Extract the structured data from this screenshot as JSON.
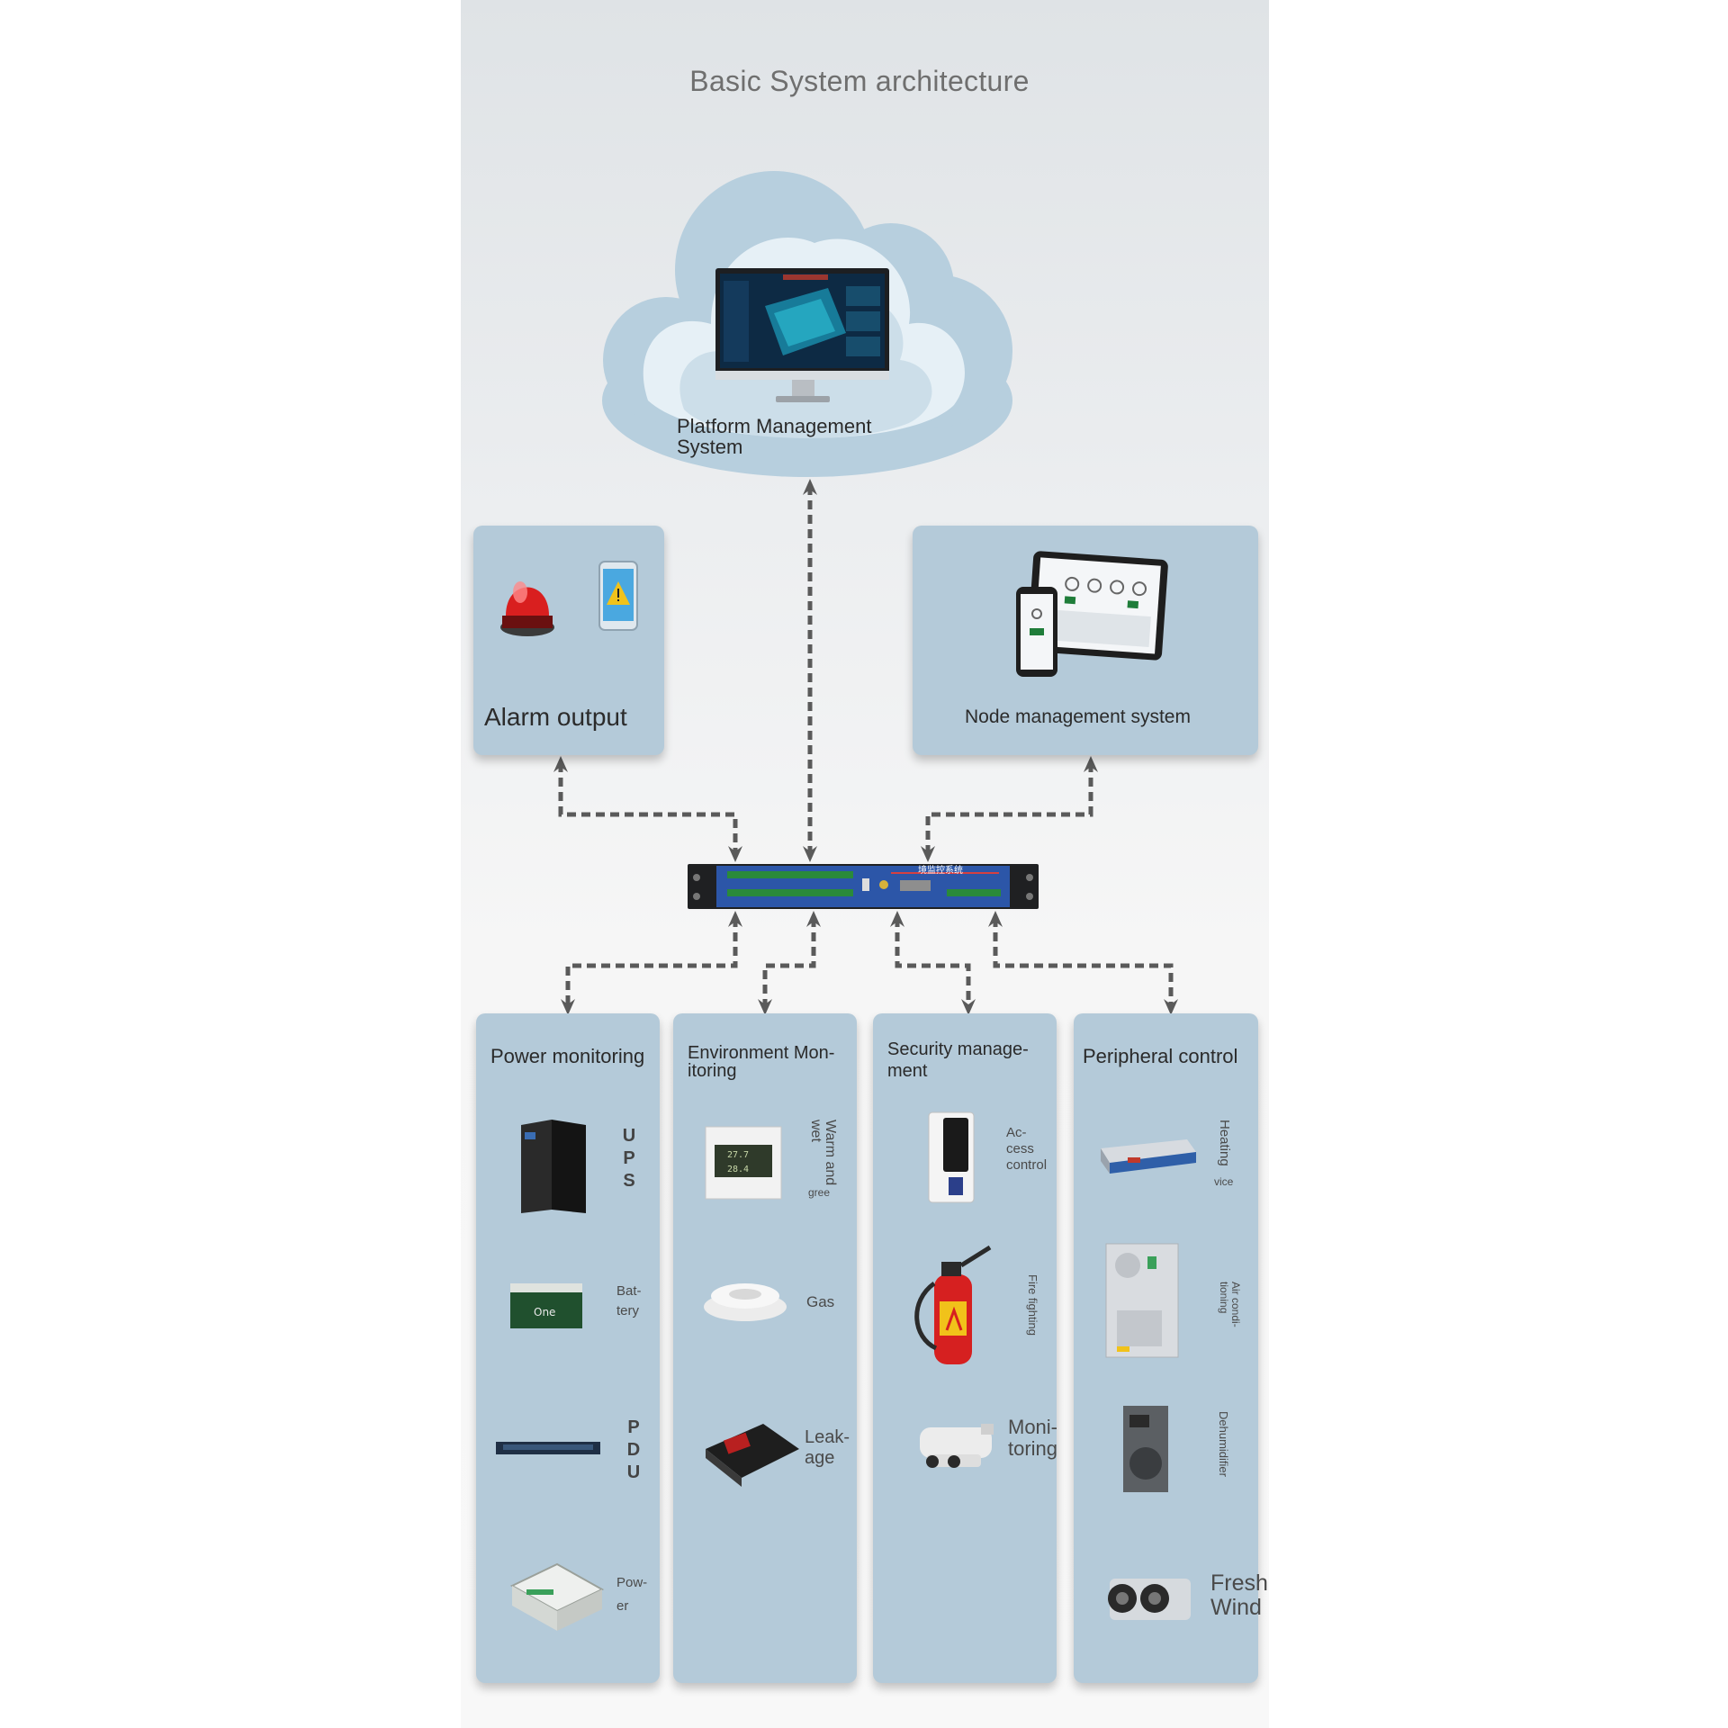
{
  "title": "Basic System architecture",
  "cloud": {
    "label_line1": "Platform Management",
    "label_line2": "System"
  },
  "alarm_box": {
    "label": "Alarm output"
  },
  "node_box": {
    "label": "Node management system"
  },
  "columns": [
    {
      "title_line1": "Power monitoring",
      "title_line2": "",
      "items": [
        {
          "label": "U P S",
          "icon": "ups-icon"
        },
        {
          "label": "Bat- tery",
          "icon": "battery-icon"
        },
        {
          "label": "P D U",
          "icon": "pdu-icon"
        },
        {
          "label": "Pow- er",
          "icon": "power-meter-icon"
        }
      ]
    },
    {
      "title_line1": "Environment Mon-",
      "title_line2": "itoring",
      "items": [
        {
          "label": "Warm and wet",
          "label_b": "gree",
          "icon": "temp-humidity-icon"
        },
        {
          "label": "Gas",
          "icon": "gas-detector-icon"
        },
        {
          "label_line1": "Leak-",
          "label_line2": "age",
          "icon": "leakage-detector-icon"
        }
      ]
    },
    {
      "title_line1": "Security manage-",
      "title_line2": "ment",
      "items": [
        {
          "label_line1": "Ac-",
          "label_line2": "cess",
          "label_line3": "control",
          "icon": "access-control-icon"
        },
        {
          "label": "Fire fighting",
          "icon": "fire-extinguisher-icon"
        },
        {
          "label_line1": "Moni-",
          "label_line2": "toring",
          "icon": "camera-icon"
        }
      ]
    },
    {
      "title_line1": "Peripheral control",
      "title_line2": "",
      "items": [
        {
          "label": "Heating",
          "label_b": "vice",
          "icon": "heater-icon"
        },
        {
          "label": "Air condi- tioning",
          "icon": "air-conditioner-icon"
        },
        {
          "label": "Dehumidifier",
          "icon": "dehumidifier-icon"
        },
        {
          "label_line1": "Fresh",
          "label_line2": "Wind",
          "icon": "fresh-air-icon"
        }
      ]
    }
  ],
  "controller": {
    "brand_text": "境监控系统",
    "icon": "rack-controller-icon"
  },
  "colors": {
    "box": "#b4cad9",
    "arrow": "#5a5a5a",
    "cloud_outer": "#b7cfde",
    "cloud_inner": "#e6f0f6",
    "controller_panel": "#2c56a8"
  }
}
